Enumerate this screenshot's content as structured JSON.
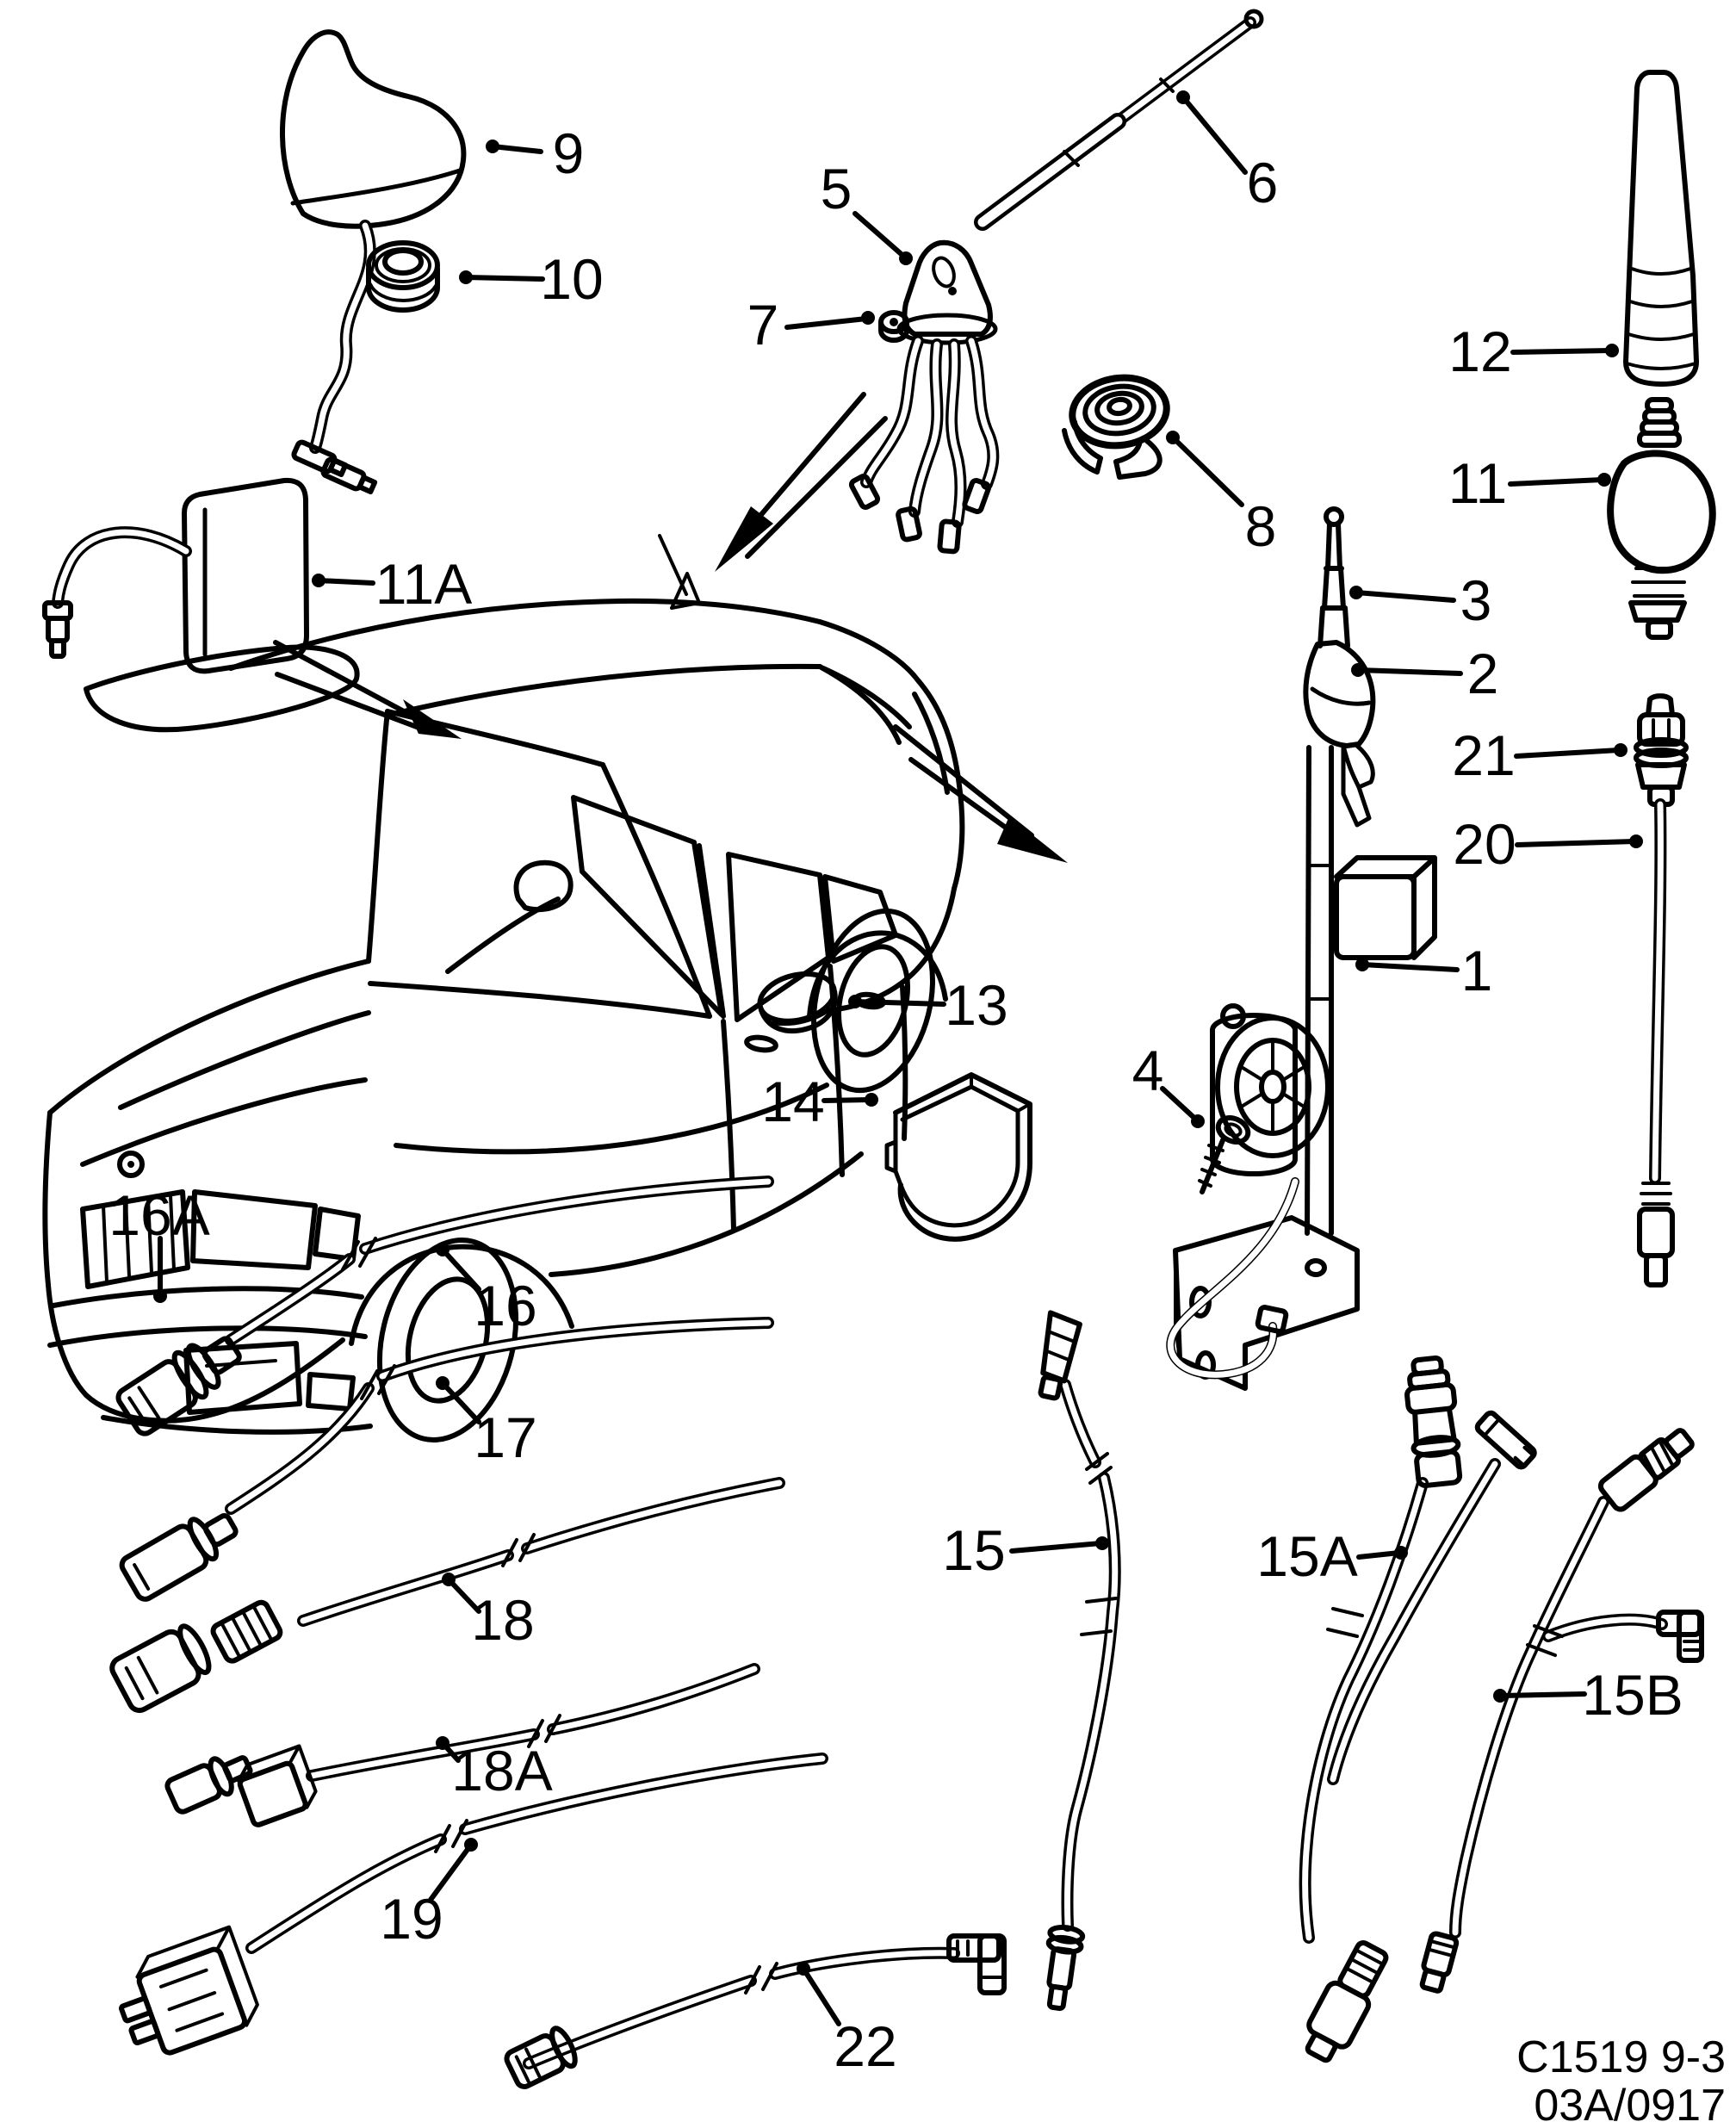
{
  "figure": {
    "footer_code": "C1519 9-3",
    "footer_rev": "03A/0917"
  },
  "callouts": {
    "c1": "1",
    "c2": "2",
    "c3": "3",
    "c4": "4",
    "c5": "5",
    "c6": "6",
    "c7": "7",
    "c8": "8",
    "c9": "9",
    "c10": "10",
    "c11": "11",
    "c11a": "11A",
    "c12": "12",
    "c13": "13",
    "c14": "14",
    "c15": "15",
    "c15a": "15A",
    "c15b": "15B",
    "c16": "16",
    "c16a": "16A",
    "c17": "17",
    "c18": "18",
    "c18a": "18A",
    "c19": "19",
    "c20": "20",
    "c21": "21",
    "c22": "22"
  }
}
